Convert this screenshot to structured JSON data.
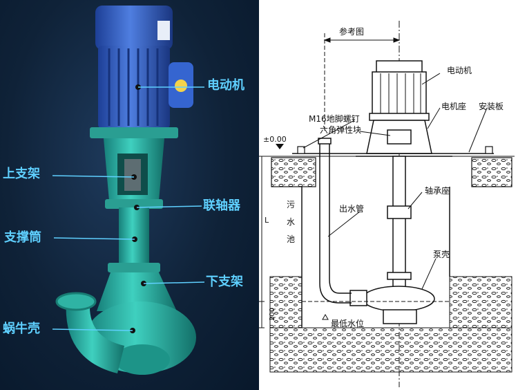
{
  "photo": {
    "labels": {
      "motor": "电动机",
      "upper_bracket": "上支架",
      "coupling": "联轴器",
      "support_tube": "支撑筒",
      "lower_bracket": "下支架",
      "volute": "蜗牛壳"
    },
    "label_color": "#5fd0ff",
    "pump_colors": {
      "motor": "#2f5fc8",
      "body": "#2bb0a0"
    }
  },
  "drawing": {
    "labels": {
      "reference": "参考图",
      "motor": "电动机",
      "motor_seat": "电机座",
      "mount_plate": "安装板",
      "bolt": "M16地脚螺钉",
      "elastic_block": "六角弹性块",
      "level_zero": "±0.00",
      "bearing_seat": "轴承座",
      "outlet_pipe": "出水管",
      "sewage_tank": [
        "污",
        "水",
        "池"
      ],
      "pump_casing": "泵壳",
      "min_water_level": "最低水位",
      "dim_l": "L",
      "dim_200": "200"
    }
  }
}
